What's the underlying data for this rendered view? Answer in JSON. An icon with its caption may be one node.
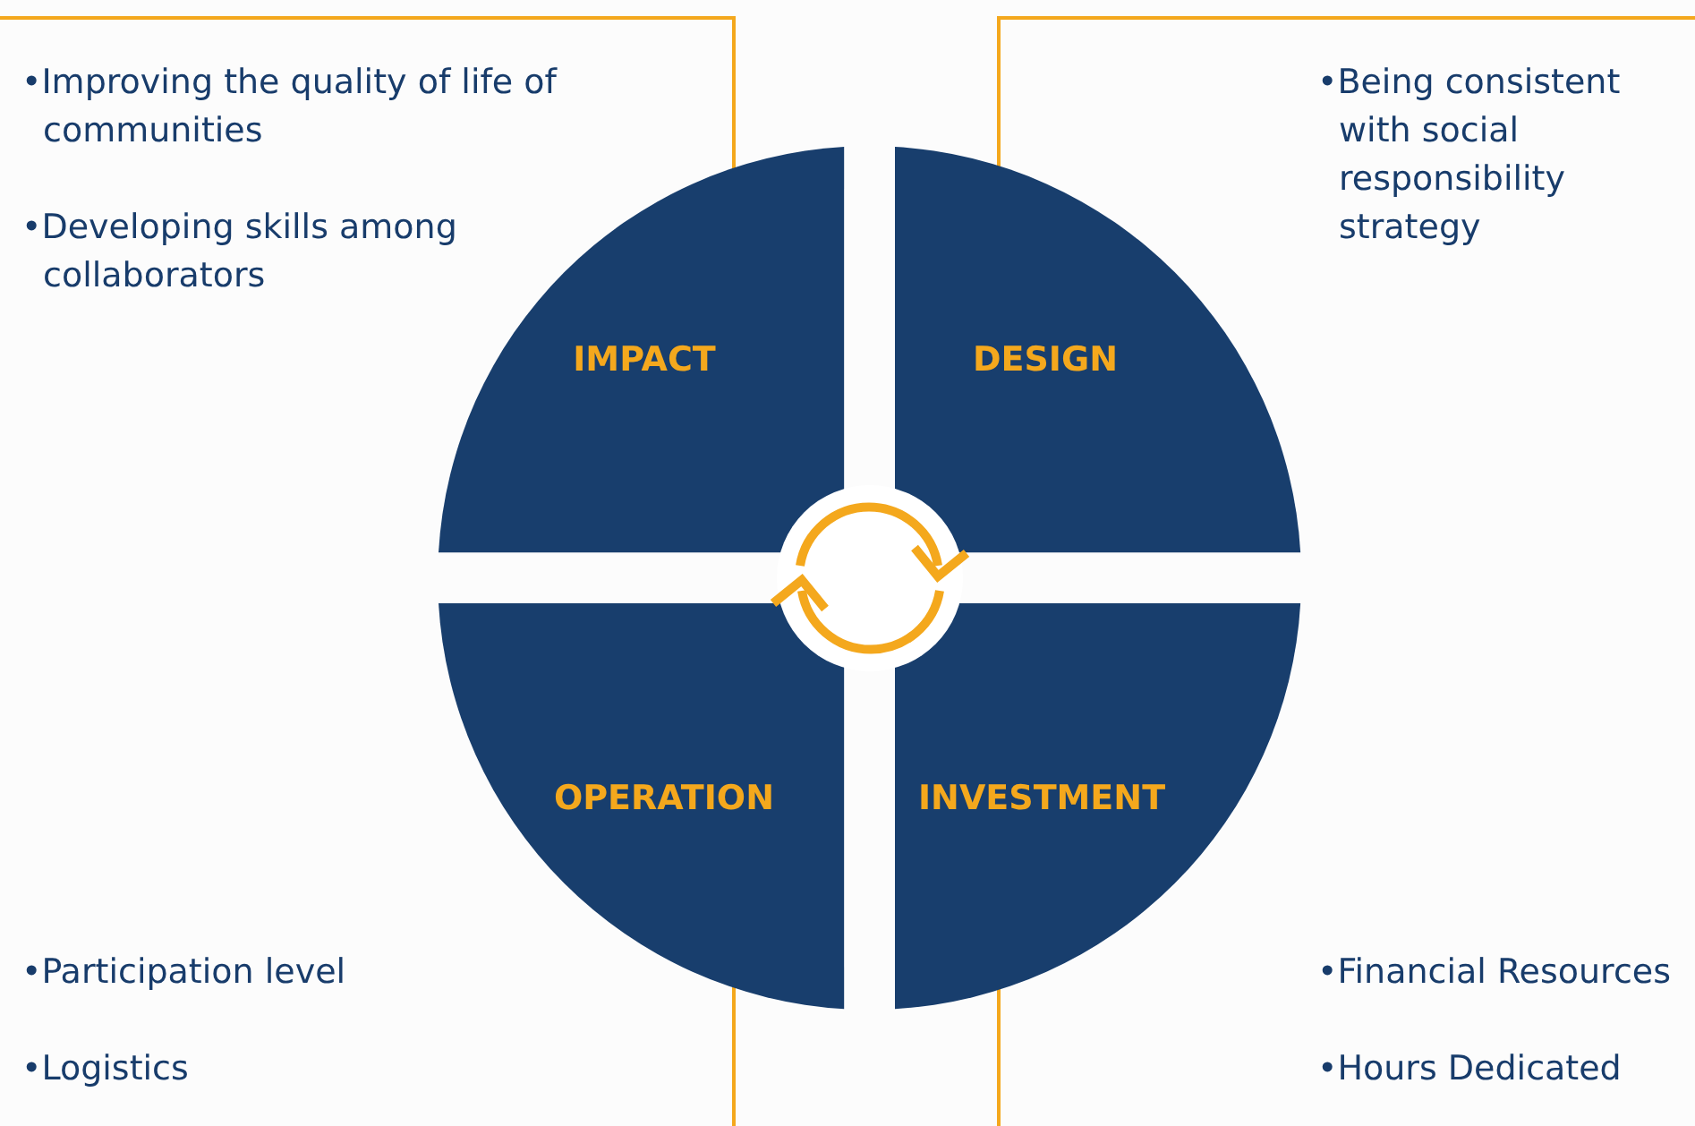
{
  "diagram": {
    "nodes": [
      {
        "text": [
          "IMPACT"
        ]
      },
      {
        "text": [
          "DESIGN"
        ]
      },
      {
        "text": [
          "OPERATION"
        ]
      },
      {
        "text": [
          "INVESTMENT"
        ]
      }
    ],
    "labels": [
      "•Improving the quality of life of communities",
      "•Being consistent with social responsibility strategy",
      "•Developing skills among collaborators",
      "•Participation level",
      "•Financial Resources",
      "•Logistics",
      "•Hours Dedicated"
    ]
  }
}
